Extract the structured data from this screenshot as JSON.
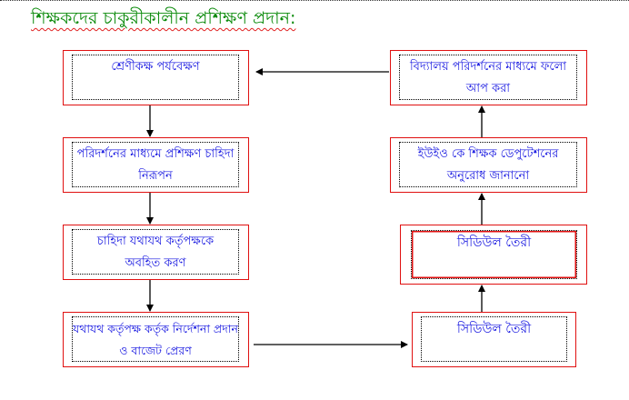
{
  "title": "শিক্ষকদের চাকুরীকালীন প্রশিক্ষণ প্রদান:",
  "boxes": {
    "left1": "শ্রেণীকক্ষ পর্যবেক্ষণ",
    "left2": "পরিদর্শনের মাধ্যমে প্রশিক্ষণ চাহিদা নিরূপন",
    "left3": "চাহিদা যথাযথ কর্তৃপক্ষকে অবহিত করণ",
    "left4": "যথাযথ কর্তৃপক্ষ কর্তৃক নির্দেশনা প্রদান ও বাজেট প্রেরণ",
    "right4": "সিডিউল তৈরী",
    "right3": "সিডিউল তৈরী",
    "right2": "ইউইও কে শিক্ষক ডেপুটেশনের অনুরোধ জানানো",
    "right1": "বিদ্যালয় পরিদর্শনের মাধ্যমে ফলো আপ করা"
  },
  "colors": {
    "title": "#0a8a0a",
    "text": "#1515e0",
    "border": "#e01010"
  }
}
